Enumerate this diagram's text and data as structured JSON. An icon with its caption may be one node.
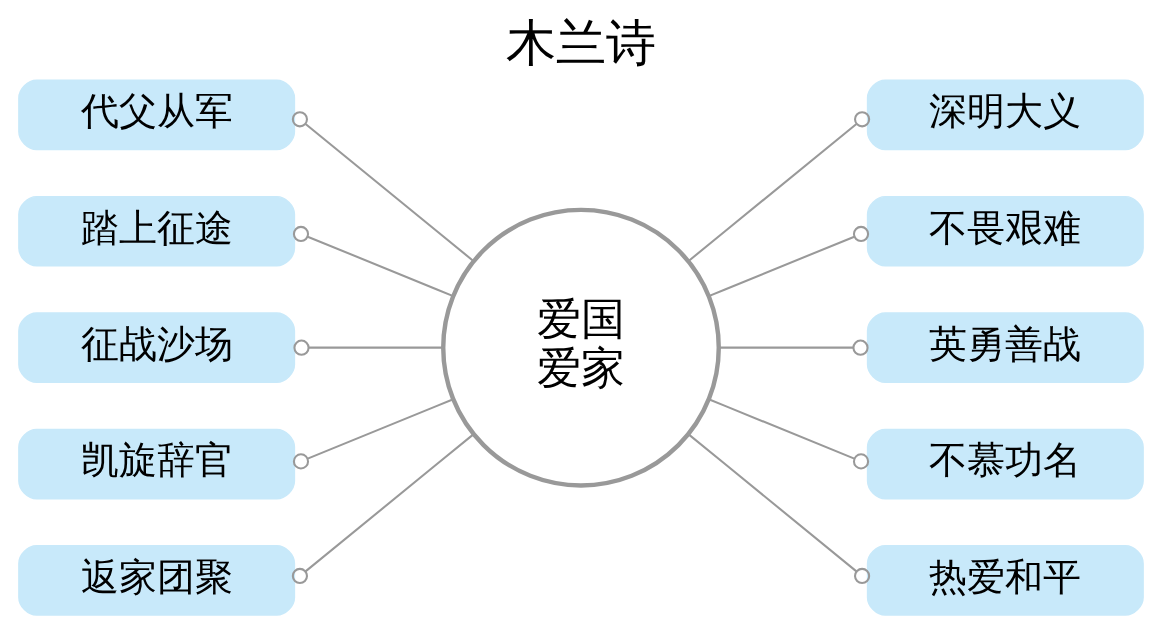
{
  "diagram": {
    "title": "木兰诗",
    "nodes": [
      {
        "text": [
          "代父从军"
        ]
      },
      {
        "text": [
          "踏上征途"
        ]
      },
      {
        "text": [
          "征战沙场"
        ]
      },
      {
        "text": [
          "凯旋辞官"
        ]
      },
      {
        "text": [
          "返家团聚"
        ]
      },
      {
        "text": [
          "爱国爱家"
        ]
      },
      {
        "text": [
          "深明大义"
        ]
      },
      {
        "text": [
          "不畏艰难"
        ]
      },
      {
        "text": [
          "英勇善战"
        ]
      },
      {
        "text": [
          "不慕功名"
        ]
      },
      {
        "text": [
          "热爱和平"
        ]
      }
    ],
    "edges": [
      {
        "from": 0,
        "to": 5,
        "arrow": "other"
      },
      {
        "from": 1,
        "to": 5,
        "arrow": "other"
      },
      {
        "from": 2,
        "to": 5,
        "arrow": "other"
      },
      {
        "from": 3,
        "to": 5,
        "arrow": "other"
      },
      {
        "from": 4,
        "to": 5,
        "arrow": "other"
      },
      {
        "from": 5,
        "to": 6,
        "arrow": "other"
      },
      {
        "from": 5,
        "to": 7,
        "arrow": "other"
      },
      {
        "from": 5,
        "to": 8,
        "arrow": "other"
      },
      {
        "from": 5,
        "to": 9,
        "arrow": "other"
      },
      {
        "from": 5,
        "to": 10,
        "arrow": "other"
      }
    ]
  }
}
